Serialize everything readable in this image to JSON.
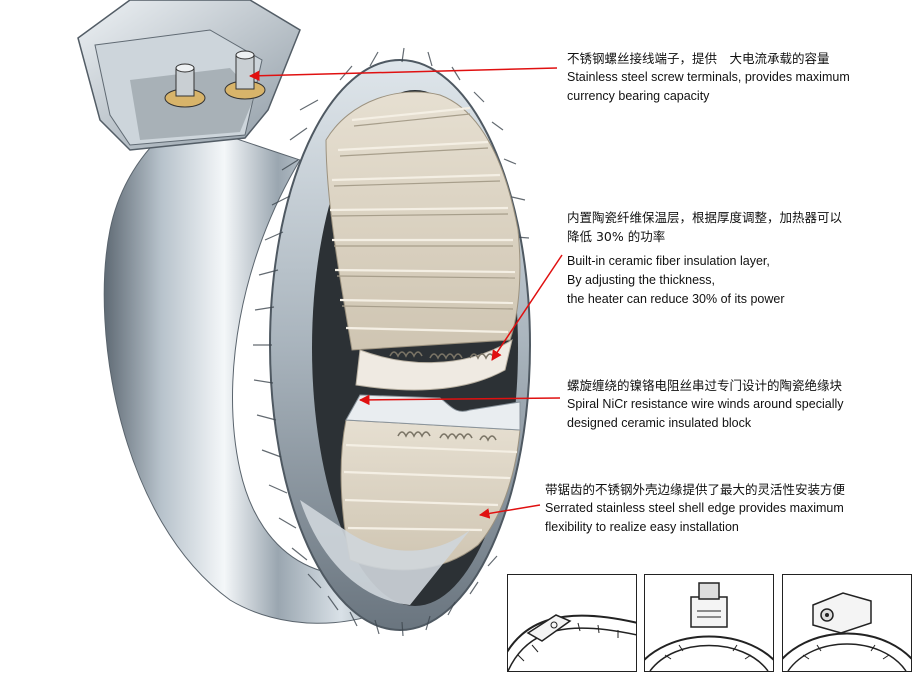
{
  "callouts": [
    {
      "zh": "不锈钢螺丝接线端子，提供　大电流承载的容量",
      "en": [
        "Stainless steel screw terminals, provides maximum",
        "currency bearing capacity"
      ]
    },
    {
      "zh": [
        "内置陶瓷纤维保温层，根据厚度调整，加热器可以",
        "降低 30% 的功率"
      ],
      "en": [
        "Built-in ceramic fiber insulation layer,",
        "By adjusting the thickness,",
        "the heater can reduce 30% of its power"
      ]
    },
    {
      "zh": "螺旋缠绕的镍铬电阻丝串过专门设计的陶瓷绝缘块",
      "en": [
        "Spiral NiCr resistance wire winds around specially",
        "designed ceramic insulated block"
      ]
    },
    {
      "zh": "带锯齿的不锈钢外壳边缘提供了最大的灵活性安装方便",
      "en": [
        "Serrated stainless steel shell edge provides maximum",
        "flexibility to realize easy installation"
      ]
    }
  ],
  "colors": {
    "arrow": "#e01010",
    "steel_light": "#eef2f5",
    "steel_dark": "#6f7a84",
    "ceramic": "#d8cfbf",
    "ceramic_shadow": "#b3a994"
  },
  "icons": [
    "band-heater-ring",
    "terminal-box",
    "ceramic-block",
    "spring-coil",
    "installation-thumbnail"
  ]
}
